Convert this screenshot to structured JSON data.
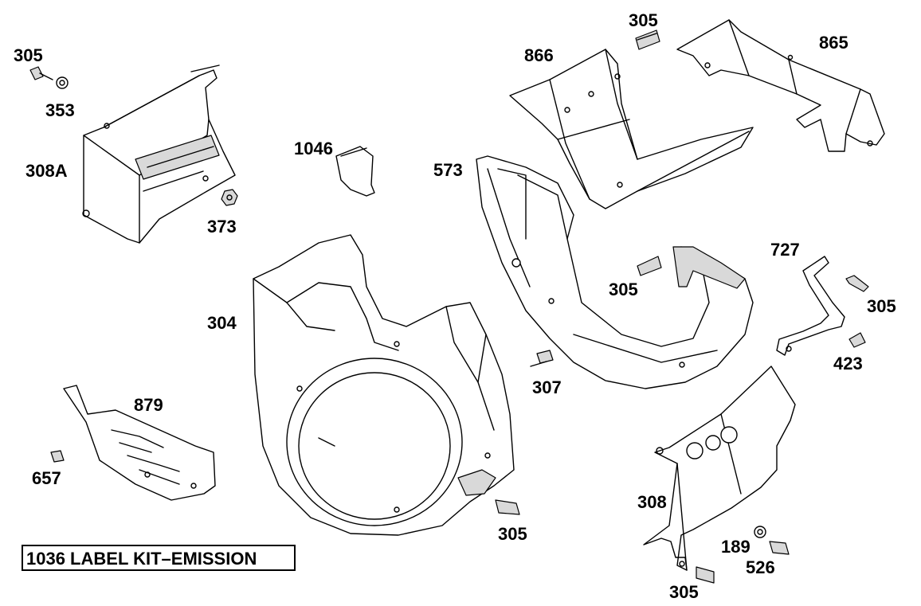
{
  "labels": {
    "l305_a": "305",
    "l353": "353",
    "l308A": "308A",
    "l373": "373",
    "l1046": "1046",
    "l866": "866",
    "l305_b": "305",
    "l865": "865",
    "l573": "573",
    "l727": "727",
    "l305_c": "305",
    "l305_d": "305",
    "l304": "304",
    "l423": "423",
    "l307": "307",
    "l879": "879",
    "l657": "657",
    "l305_e": "305",
    "l308": "308",
    "l189": "189",
    "l526": "526",
    "l305_f": "305"
  },
  "kit_box": {
    "text": "1036 LABEL KIT–EMISSION"
  }
}
